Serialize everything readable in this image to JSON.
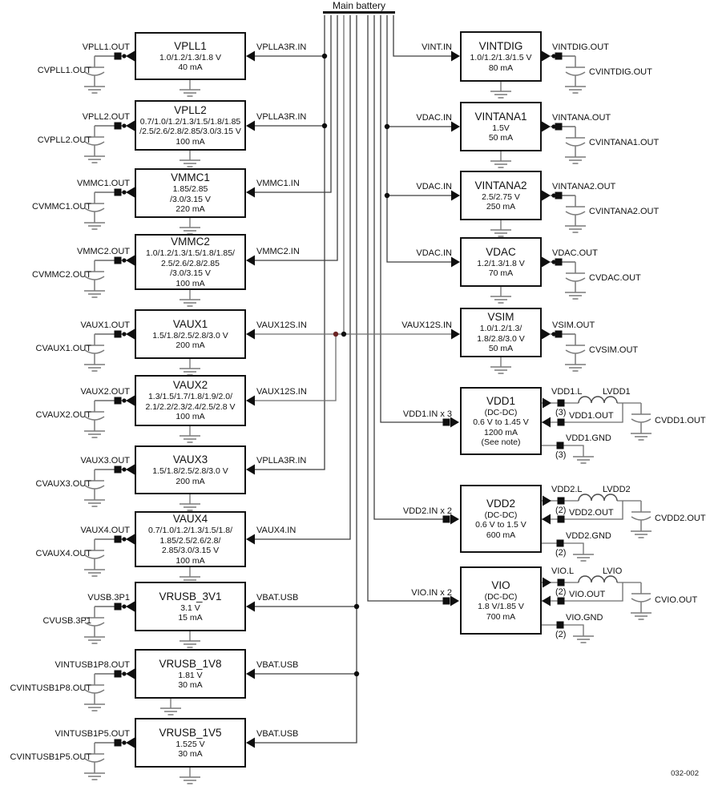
{
  "title": "Main battery",
  "figure_id": "032-002",
  "colors": {
    "ink": "#111111",
    "wire": "#3f3f3f",
    "bus_wire": "#6f6f6f",
    "symbol_gray": "#7a7a7a",
    "alt_junction": "#6b2424"
  },
  "lb": [
    {
      "n": "VPLL1",
      "d": "1.0/1.2/1.3/1.8 V\n40 mA",
      "i": "VPLLA3R.IN",
      "o": "VPLL1.OUT",
      "c": "CVPLL1.OUT"
    },
    {
      "n": "VPLL2",
      "d": "0.7/1.0/1.2/1.3/1.5/1.8/1.85\n/2.5/2.6/2.8/2.85/3.0/3.15 V\n100 mA",
      "i": "VPLLA3R.IN",
      "o": "VPLL2.OUT",
      "c": "CVPLL2.OUT"
    },
    {
      "n": "VMMC1",
      "d": "1.85/2.85\n/3.0/3.15 V\n220 mA",
      "i": "VMMC1.IN",
      "o": "VMMC1.OUT",
      "c": "CVMMC1.OUT"
    },
    {
      "n": "VMMC2",
      "d": "1.0/1.2/1.3/1.5/1.8/1.85/\n2.5/2.6/2.8/2.85\n/3.0/3.15 V\n100 mA",
      "i": "VMMC2.IN",
      "o": "VMMC2.OUT",
      "c": "CVMMC2.OUT"
    },
    {
      "n": "VAUX1",
      "d": "1.5/1.8/2.5/2.8/3.0 V\n200 mA",
      "i": "VAUX12S.IN",
      "o": "VAUX1.OUT",
      "c": "CVAUX1.OUT"
    },
    {
      "n": "VAUX2",
      "d": "1.3/1.5/1.7/1.8/1.9/2.0/\n2.1/2.2/2.3/2.4/2.5/2.8 V\n100 mA",
      "i": "VAUX12S.IN",
      "o": "VAUX2.OUT",
      "c": "CVAUX2.OUT"
    },
    {
      "n": "VAUX3",
      "d": "1.5/1.8/2.5/2.8/3.0 V\n200 mA",
      "i": "VPLLA3R.IN",
      "o": "VAUX3.OUT",
      "c": "CVAUX3.OUT"
    },
    {
      "n": "VAUX4",
      "d": "0.7/1.0/1.2/1.3/1.5/1.8/\n1.85/2.5/2.6/2.8/\n2.85/3.0/3.15 V\n100 mA",
      "i": "VAUX4.IN",
      "o": "VAUX4.OUT",
      "c": "CVAUX4.OUT"
    },
    {
      "n": "VRUSB_3V1",
      "d": "3.1 V\n15 mA",
      "i": "VBAT.USB",
      "o": "VUSB.3P1",
      "c": "CVUSB.3P1"
    },
    {
      "n": "VRUSB_1V8",
      "d": "1.81 V\n30 mA",
      "i": "VBAT.USB",
      "o": "VINTUSB1P8.OUT",
      "c": "CVINTUSB1P8.OUT"
    },
    {
      "n": "VRUSB_1V5",
      "d": "1.525 V\n30 mA",
      "i": "VBAT.USB",
      "o": "VINTUSB1P5.OUT",
      "c": "CVINTUSB1P5.OUT"
    }
  ],
  "rb": [
    {
      "n": "VINTDIG",
      "d": "1.0/1.2/1.3/1.5 V\n80 mA",
      "i": "VINT.IN",
      "o": "VINTDIG.OUT",
      "c": "CVINTDIG.OUT"
    },
    {
      "n": "VINTANA1",
      "d": "1.5V\n50 mA",
      "i": "VDAC.IN",
      "o": "VINTANA.OUT",
      "c": "CVINTANA1.OUT"
    },
    {
      "n": "VINTANA2",
      "d": "2.5/2.75 V\n250 mA",
      "i": "VDAC.IN",
      "o": "VINTANA2.OUT",
      "c": "CVINTANA2.OUT"
    },
    {
      "n": "VDAC",
      "d": "1.2/1.3/1.8 V\n70 mA",
      "i": "VDAC.IN",
      "o": "VDAC.OUT",
      "c": "CVDAC.OUT"
    },
    {
      "n": "VSIM",
      "d": "1.0/1.2/1.3/\n1.8/2.8/3.0 V\n50 mA",
      "i": "VAUX12S.IN",
      "o": "VSIM.OUT",
      "c": "CVSIM.OUT"
    }
  ],
  "dc": [
    {
      "n": "VDD1",
      "d": "(DC-DC)\n0.6 V to 1.45 V\n1200 mA\n(See note)",
      "i": "VDD1.IN x 3",
      "l": "VDD1.L",
      "ml": "(3)",
      "ind": "LVDD1",
      "o": "VDD1.OUT",
      "g": "VDD1.GND",
      "mg": "(3)",
      "c": "CVDD1.OUT"
    },
    {
      "n": "VDD2",
      "d": "(DC-DC)\n0.6 V to 1.5 V\n600 mA",
      "i": "VDD2.IN x 2",
      "l": "VDD2.L",
      "ml": "(2)",
      "ind": "LVDD2",
      "o": "VDD2.OUT",
      "g": "VDD2.GND",
      "mg": "(2)",
      "c": "CVDD2.OUT"
    },
    {
      "n": "VIO",
      "d": "(DC-DC)\n1.8 V/1.85 V\n700 mA",
      "i": "VIO.IN x 2",
      "l": "VIO.L",
      "ml": "(2)",
      "ind": "LVIO",
      "o": "VIO.OUT",
      "g": "VIO.GND",
      "mg": "(2)",
      "c": "CVIO.OUT"
    }
  ]
}
